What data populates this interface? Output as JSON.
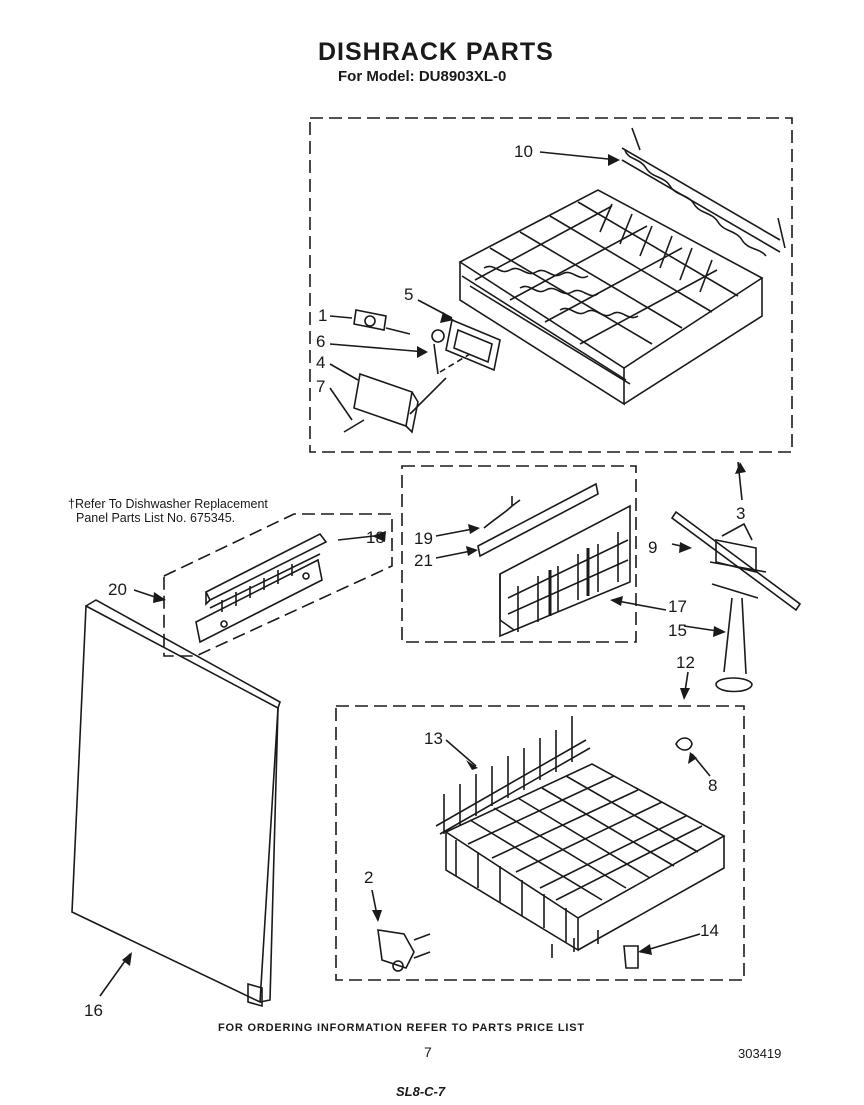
{
  "header": {
    "title": "DISHRACK PARTS",
    "subtitle": "For Model: DU8903XL-0"
  },
  "note": {
    "line1": "†Refer To Dishwasher Replacement",
    "line2": "Panel Parts List No. 675345."
  },
  "callouts": [
    "1",
    "2",
    "3",
    "4",
    "5",
    "6",
    "7",
    "8",
    "9",
    "10",
    "12",
    "13",
    "14",
    "15",
    "16",
    "17",
    "18",
    "19",
    "20",
    "21"
  ],
  "footer": {
    "instruction": "FOR ORDERING INFORMATION REFER TO PARTS PRICE LIST",
    "page_number": "7",
    "document_number": "303419",
    "code": "SL8-C-7"
  }
}
